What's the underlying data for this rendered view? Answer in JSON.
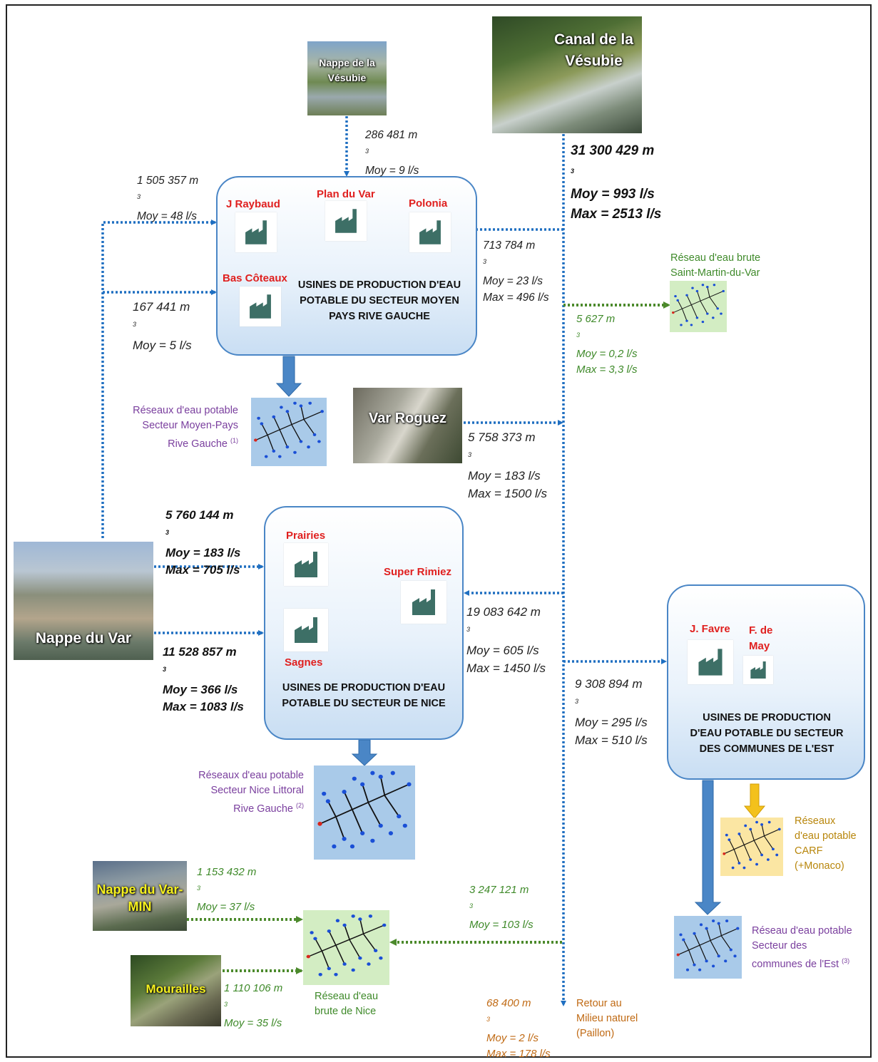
{
  "sources": {
    "nappe_vesubie": "Nappe de la Vésubie",
    "canal_vesubie": "Canal de la Vésubie",
    "var_roguez": "Var Roguez",
    "nappe_var": "Nappe du Var",
    "nappe_var_min": "Nappe du Var-MIN",
    "mourailles": "Mourailles"
  },
  "plants": {
    "moyen_pays": {
      "title": "USINES DE PRODUCTION D'EAU POTABLE DU SECTEUR MOYEN PAYS RIVE GAUCHE",
      "names": {
        "j_raybaud": "J Raybaud",
        "plan_du_var": "Plan du Var",
        "polonia": "Polonia",
        "bas_coteaux": "Bas Côteaux"
      }
    },
    "nice": {
      "title": "USINES DE PRODUCTION D'EAU POTABLE DU SECTEUR DE NICE",
      "names": {
        "prairies": "Prairies",
        "super_rimiez": "Super Rimiez",
        "sagnes": "Sagnes"
      }
    },
    "est": {
      "title": "USINES DE PRODUCTION D'EAU POTABLE DU SECTEUR DES COMMUNES DE L'EST",
      "names": {
        "j_favre": "J. Favre",
        "f_de_may": "F. de May"
      }
    }
  },
  "networks": {
    "brute_smdv": {
      "line1": "Réseau d'eau brute",
      "line2": "Saint-Martin-du-Var"
    },
    "potable_mp": {
      "line1": "Réseaux d'eau potable",
      "line2": "Secteur Moyen-Pays",
      "line3": "Rive Gauche",
      "note": "(1)"
    },
    "potable_nice": {
      "line1": "Réseaux d'eau potable",
      "line2": "Secteur Nice Littoral",
      "line3": "Rive Gauche",
      "note": "(2)"
    },
    "carf": {
      "line1": "Réseaux",
      "line2": "d'eau potable",
      "line3": "CARF",
      "line4": "(+Monaco)"
    },
    "potable_est": {
      "line1": "Réseau d'eau potable",
      "line2": "Secteur des",
      "line3": "communes de l'Est",
      "note": "(3)"
    },
    "brute_nice": {
      "line1": "Réseau d'eau",
      "line2": "brute de Nice"
    },
    "retour": {
      "line1": "Retour au",
      "line2": "Milieu naturel",
      "line3": "(Paillon)"
    }
  },
  "flows": {
    "vesubie_nappe": {
      "volume": "286 481 m",
      "moy": "Moy = 9 l/s"
    },
    "canal": {
      "volume": "31 300 429 m",
      "moy": "Moy = 993 l/s",
      "max": "Max = 2513 l/s"
    },
    "var_to_raybaud": {
      "volume": "1 505 357 m",
      "moy": "Moy = 48 l/s"
    },
    "var_to_bascoteaux": {
      "volume": "167 441 m",
      "moy": "Moy = 5 l/s"
    },
    "canal_to_polonia": {
      "volume": "713 784 m",
      "moy": "Moy = 23 l/s",
      "max": "Max = 496 l/s"
    },
    "canal_to_smdv": {
      "volume": "5 627 m",
      "moy": "Moy = 0,2 l/s",
      "max": "Max = 3,3 l/s"
    },
    "roguez": {
      "volume": "5 758 373 m",
      "moy": "Moy = 183 l/s",
      "max": "Max = 1500 l/s"
    },
    "var_to_prairies": {
      "volume": "5 760 144 m",
      "moy": "Moy = 183 l/s",
      "max": "Max = 705 l/s"
    },
    "var_to_sagnes": {
      "volume": "11 528 857 m",
      "moy": "Moy = 366 l/s",
      "max": "Max = 1083 l/s"
    },
    "canal_to_rimiez": {
      "volume": "19 083 642 m",
      "moy": "Moy = 605 l/s",
      "max": "Max = 1450 l/s"
    },
    "canal_to_est": {
      "volume": "9 308 894 m",
      "moy": "Moy = 295 l/s",
      "max": "Max = 510 l/s"
    },
    "min_to_brute": {
      "volume": "1 153 432 m",
      "moy": "Moy = 37 l/s"
    },
    "canal_to_brute": {
      "volume": "3 247 121 m",
      "moy": "Moy = 103 l/s"
    },
    "mourailles_to_brute": {
      "volume": "1 110 106 m",
      "moy": "Moy = 35 l/s"
    },
    "retour": {
      "volume": "68 400 m",
      "moy": "Moy = 2 l/s",
      "max": "Max = 178 l/s"
    }
  },
  "units": {
    "cube": "3"
  },
  "colors": {
    "blue_flow": "#1f6fc1",
    "green_flow": "#4c8a2c",
    "plant_red": "#e0201f",
    "box_border": "#4a86c6",
    "carf_yellow": "#f3c11c"
  }
}
